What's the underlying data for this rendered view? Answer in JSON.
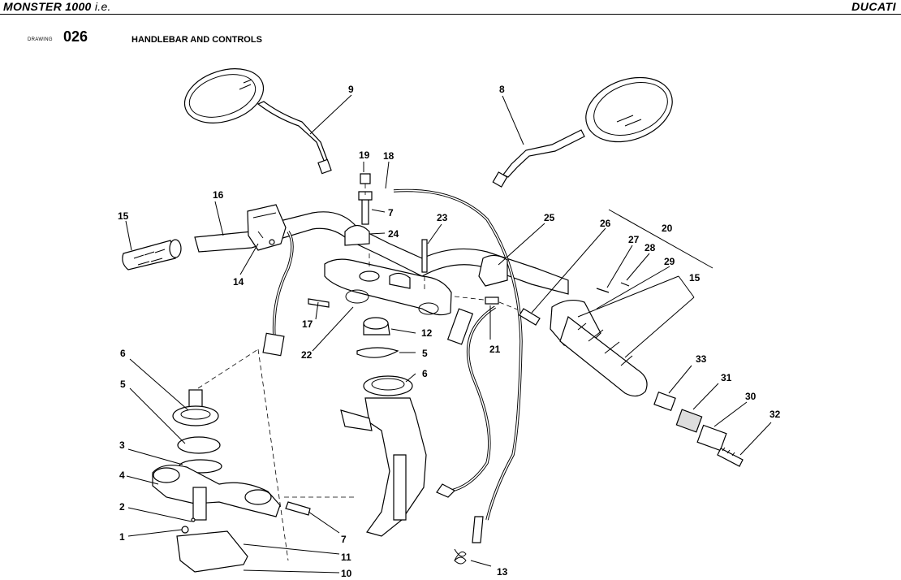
{
  "header": {
    "model": "MONSTER 1000",
    "model_suffix": "i.e.",
    "brand": "DUCATI"
  },
  "drawing": {
    "label": "DRAWING",
    "number": "026",
    "title": "HANDLEBAR AND CONTROLS"
  },
  "callouts": [
    "1",
    "2",
    "3",
    "4",
    "5",
    "5",
    "6",
    "6",
    "7",
    "7",
    "8",
    "9",
    "10",
    "11",
    "12",
    "13",
    "14",
    "15",
    "15",
    "16",
    "17",
    "18",
    "19",
    "20",
    "21",
    "22",
    "23",
    "24",
    "25",
    "26",
    "27",
    "28",
    "29",
    "30",
    "31",
    "32",
    "33"
  ]
}
